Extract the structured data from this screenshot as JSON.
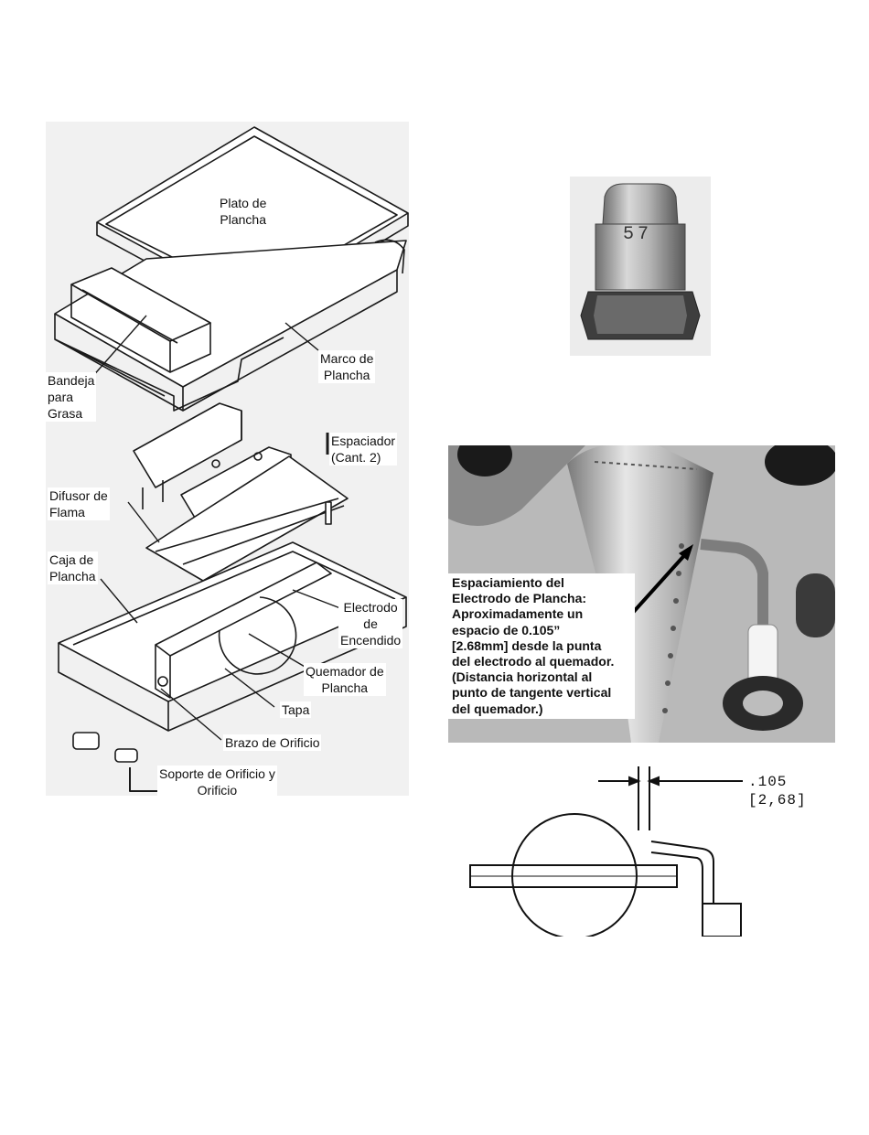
{
  "exploded_view": {
    "labels": {
      "griddle_plate": "Plato de\nPlancha",
      "griddle_frame": "Marco de\nPlancha",
      "grease_tray": "Bandeja\npara\nGrasa",
      "spacer": "Espaciador\n(Cant. 2)",
      "flame_diffuser": "Difusor de\nFlama",
      "griddle_box": "Caja de\nPlancha",
      "ignition_electrode": "Electrodo\nde\nEncendido",
      "griddle_burner": "Quemador de\nPlancha",
      "cover": "Tapa",
      "orifice_arm": "Brazo de Orificio",
      "orifice_holder": "Soporte de Orificio y\nOrificio"
    }
  },
  "orifice_photo": {
    "stamp": "57"
  },
  "electrode_photo": {
    "callout": "Espaciamiento del\nElectrodo de Plancha:\nAproximadamente un\nespacio de 0.105”\n[2.68mm] desde la punta\ndel electrodo al quemador.\n(Distancia horizontal al\npunto de tangente vertical\ndel quemador.)"
  },
  "dimension_drawing": {
    "imperial": ".105",
    "metric": "[2,68]"
  }
}
